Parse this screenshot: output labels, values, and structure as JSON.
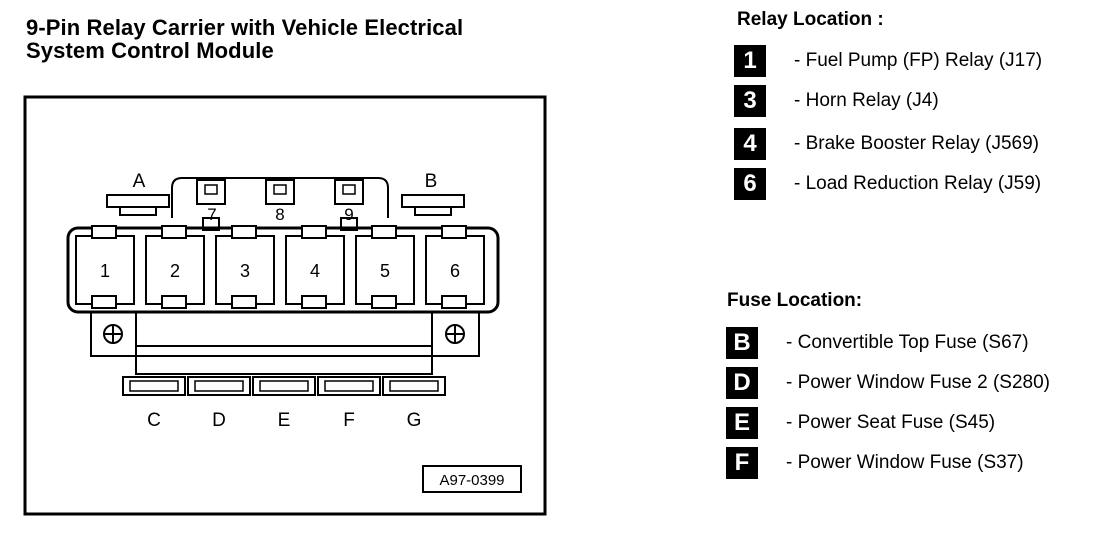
{
  "title": {
    "line1": "9-Pin Relay Carrier with Vehicle Electrical",
    "line2": "System Control Module"
  },
  "diagram": {
    "top_labels": [
      "A",
      "B"
    ],
    "upper_sockets": [
      "7",
      "8",
      "9"
    ],
    "relay_sockets": [
      "1",
      "2",
      "3",
      "4",
      "5",
      "6"
    ],
    "fuse_labels": [
      "C",
      "D",
      "E",
      "F",
      "G"
    ],
    "figure_code": "A97-0399"
  },
  "relay_location": {
    "heading": "Relay Location :",
    "items": [
      {
        "key": "1",
        "text": "- Fuel Pump (FP) Relay (J17)"
      },
      {
        "key": "3",
        "text": "- Horn Relay (J4)"
      },
      {
        "key": "4",
        "text": "- Brake Booster Relay (J569)"
      },
      {
        "key": "6",
        "text": "- Load Reduction Relay (J59)"
      }
    ]
  },
  "fuse_location": {
    "heading": "Fuse Location:",
    "items": [
      {
        "key": "B",
        "text": "- Convertible Top Fuse (S67)"
      },
      {
        "key": "D",
        "text": "- Power Window Fuse 2 (S280)"
      },
      {
        "key": "E",
        "text": "- Power Seat Fuse (S45)"
      },
      {
        "key": "F",
        "text": "- Power Window Fuse (S37)"
      }
    ]
  }
}
